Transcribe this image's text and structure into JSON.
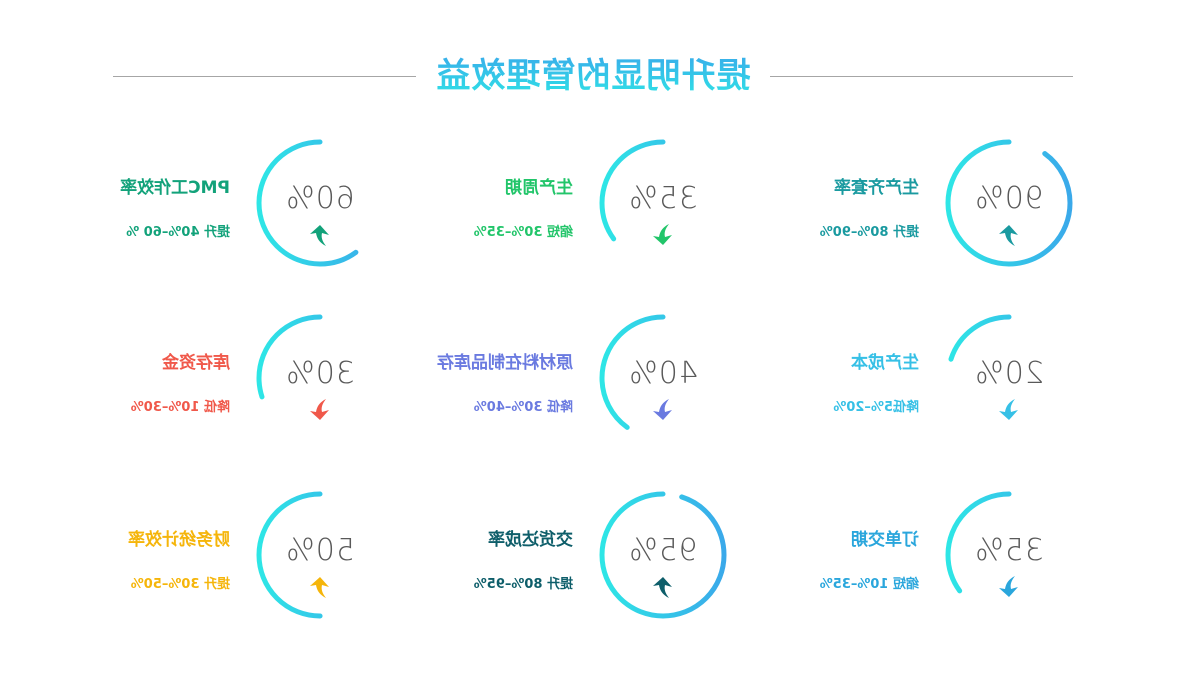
{
  "title": "提升明显的管理效益",
  "colors": {
    "title_gradient_top": "#3aa9ea",
    "title_gradient_bottom": "#2ee6e6",
    "ring_start": "#3aa9ea",
    "ring_end": "#2ee6e6",
    "divider": "#a6a6a6",
    "percent_text": "#595959"
  },
  "metrics": [
    {
      "label": "生产齐套率",
      "value": "90%",
      "percent": 90,
      "direction": "up",
      "sub": "提升 80%–90%",
      "color": "#1a9aa0"
    },
    {
      "label": "生产周期",
      "value": "35%",
      "percent": 35,
      "direction": "down",
      "sub": "缩短 30%–35%",
      "color": "#22c56a"
    },
    {
      "label": "PMC工作效率",
      "value": "60%",
      "percent": 60,
      "direction": "up",
      "sub": "提升 40%–60 %",
      "color": "#12a27a"
    },
    {
      "label": "生产成本",
      "value": "20%",
      "percent": 20,
      "direction": "down",
      "sub": "降低5%–20%",
      "color": "#36c0e6"
    },
    {
      "label": "原材料在制品库存",
      "value": "40%",
      "percent": 40,
      "direction": "down",
      "sub": "降低 30%–40%",
      "color": "#6a7ae0"
    },
    {
      "label": "库存资金",
      "value": "30%",
      "percent": 30,
      "direction": "down",
      "sub": "降低 10%–30%",
      "color": "#f0584a"
    },
    {
      "label": "订单交期",
      "value": "35%",
      "percent": 35,
      "direction": "down",
      "sub": "缩短 10%–35%",
      "color": "#2aa6dc"
    },
    {
      "label": "交货达成率",
      "value": "95%",
      "percent": 95,
      "direction": "up",
      "sub": "提升 80%–95%",
      "color": "#0e5e6a"
    },
    {
      "label": "财务统计效率",
      "value": "50%",
      "percent": 50,
      "direction": "up",
      "sub": "提升 30%–50%",
      "color": "#f5b50a"
    }
  ]
}
